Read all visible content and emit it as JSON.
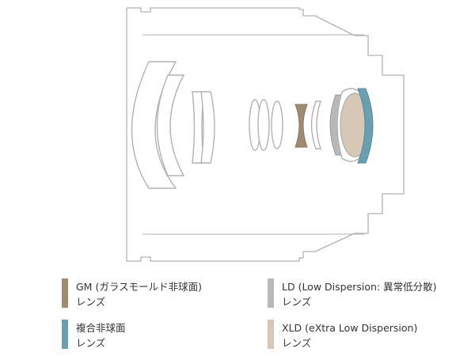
{
  "colors": {
    "outline": "#b2b2b2",
    "gm": "#a08a72",
    "composite_aspherical": "#6a9fb0",
    "ld": "#b8b8b8",
    "xld": "#d6c7b6"
  },
  "legend": [
    {
      "key": "gm",
      "label": "GM (ガラスモールド非球面)",
      "sub": "レンズ",
      "color": "#a08a72"
    },
    {
      "key": "ld",
      "label": "LD (Low Dispersion: 異常低分散)",
      "sub": "レンズ",
      "color": "#b8b8b8"
    },
    {
      "key": "composite",
      "label": "複合非球面",
      "sub": "レンズ",
      "color": "#6a9fb0"
    },
    {
      "key": "xld",
      "label": "XLD (eXtra Low Dispersion)",
      "sub": "レンズ",
      "color": "#d6c7b6"
    }
  ]
}
